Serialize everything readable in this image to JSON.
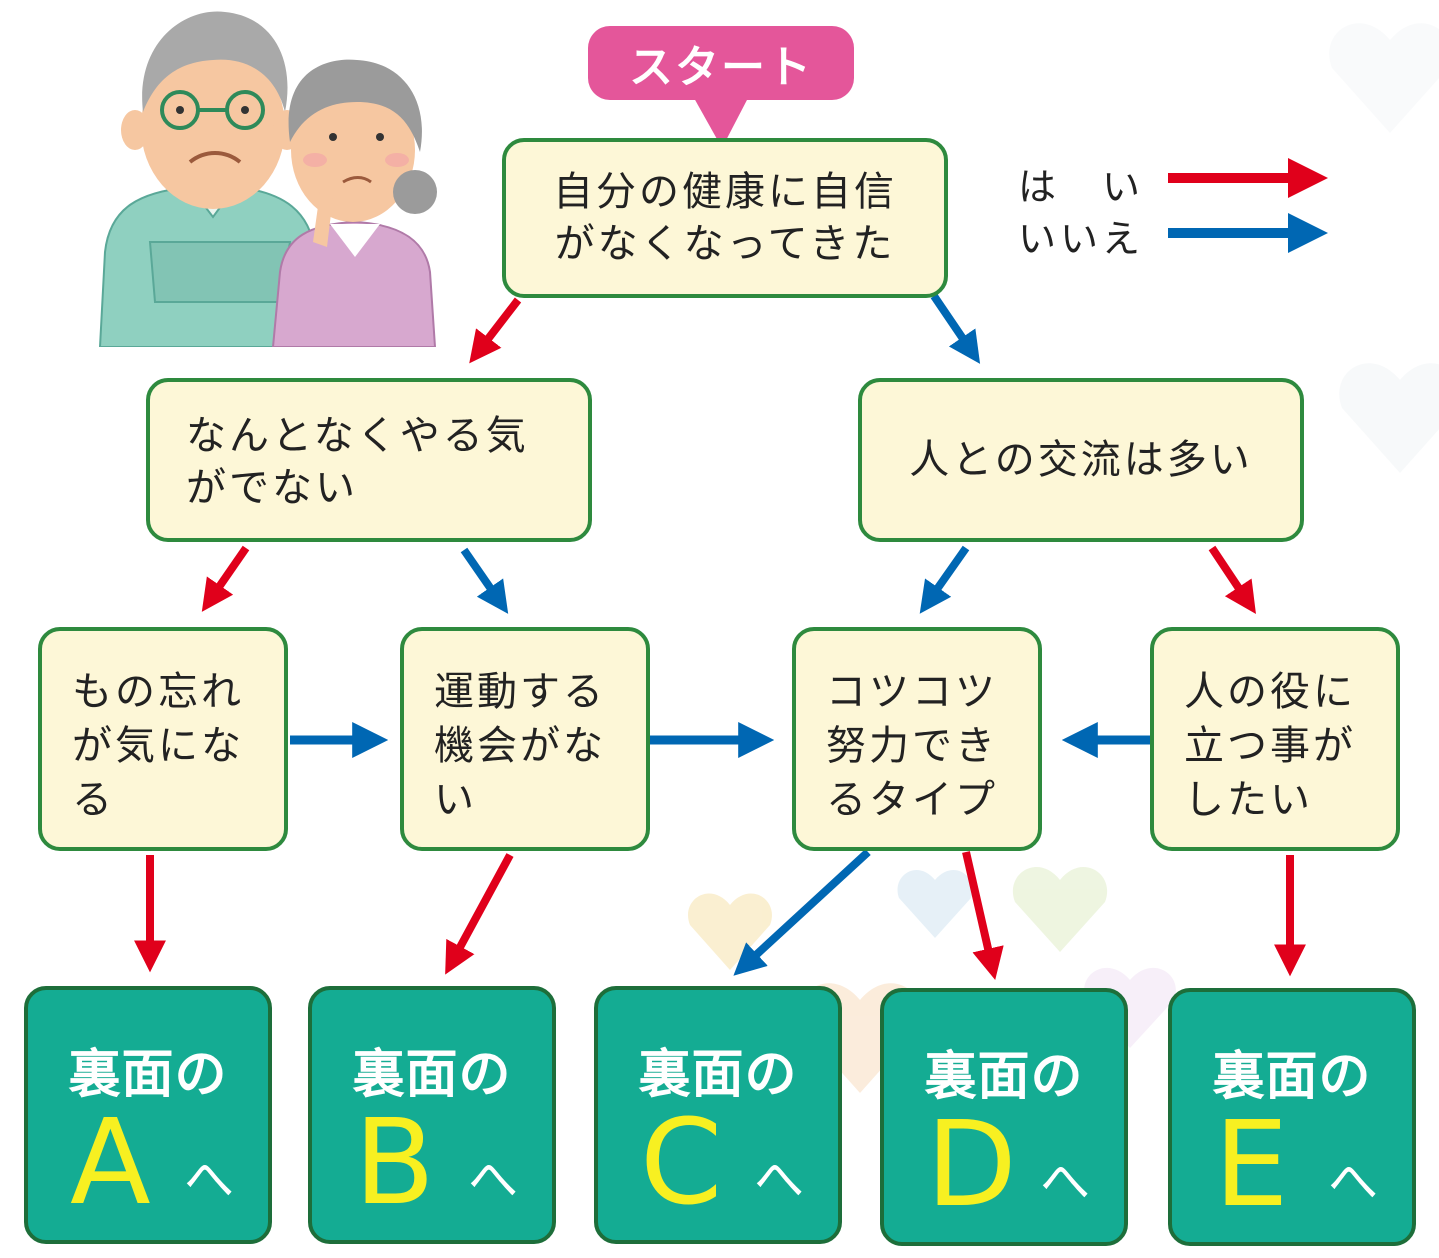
{
  "start": {
    "label": "スタート"
  },
  "legend": {
    "yes_label": "は　い",
    "no_label": "いいえ",
    "yes_color": "#e0001b",
    "no_color": "#0067b3"
  },
  "questions": {
    "q1": [
      "自分の健康に自信",
      "がなくなってきた"
    ],
    "q2": [
      "なんとなくやる気",
      "がでない"
    ],
    "q3": [
      "人との交流は多い"
    ],
    "q4": [
      "もの忘れ",
      "が気にな",
      "る"
    ],
    "q5": [
      "運動する",
      "機会がな",
      "い"
    ],
    "q6": [
      "コツコツ",
      "努力でき",
      "るタイプ"
    ],
    "q7": [
      "人の役に",
      "立つ事が",
      "したい"
    ]
  },
  "results": [
    {
      "prefix": "裏面の",
      "letter": "A",
      "suffix": "へ"
    },
    {
      "prefix": "裏面の",
      "letter": "B",
      "suffix": "へ"
    },
    {
      "prefix": "裏面の",
      "letter": "C",
      "suffix": "へ"
    },
    {
      "prefix": "裏面の",
      "letter": "D",
      "suffix": "へ"
    },
    {
      "prefix": "裏面の",
      "letter": "E",
      "suffix": "へ"
    }
  ],
  "colors": {
    "start_bg": "#e4569a",
    "question_bg": "#fdf7d7",
    "question_border": "#2e8a3e",
    "result_bg": "#14ac93",
    "result_letter": "#f7f021"
  }
}
